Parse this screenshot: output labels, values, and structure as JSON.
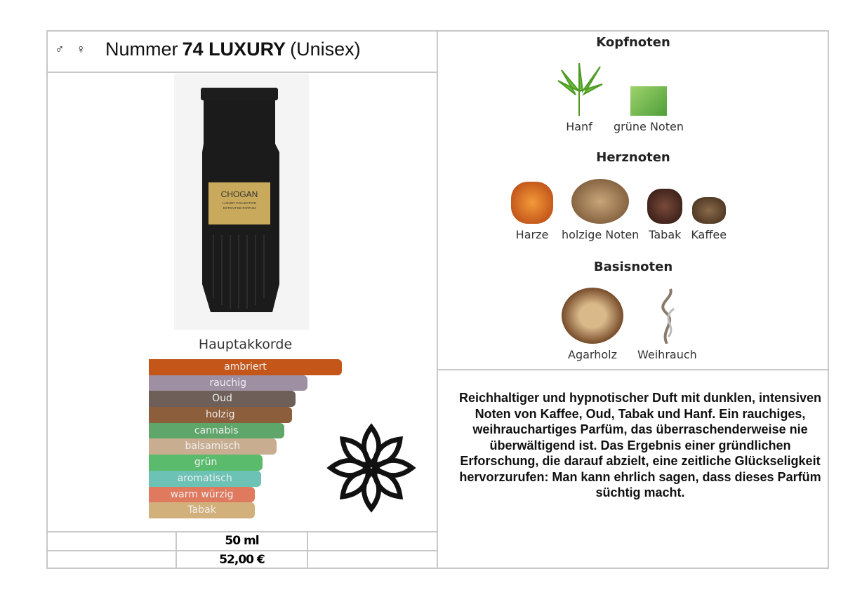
{
  "header": {
    "gender_symbols": "♂ ♀",
    "prefix": "Nummer",
    "name": "74 LUXURY",
    "suffix": "(Unisex)"
  },
  "bottle_label": {
    "brand": "CHOGAN",
    "line1": "LUXURY COLLECTION",
    "line2": "EXTRAIT DE PARFUM"
  },
  "accords": {
    "title": "Hauptakkorde",
    "items": [
      {
        "label": "ambriert",
        "percent": 100,
        "color": "#c4561a"
      },
      {
        "label": "rauchig",
        "percent": 82,
        "color": "#9e8fa3"
      },
      {
        "label": "Oud",
        "percent": 76,
        "color": "#6e6058"
      },
      {
        "label": "holzig",
        "percent": 74,
        "color": "#8d5e3c"
      },
      {
        "label": "cannabis",
        "percent": 70,
        "color": "#5fa66a"
      },
      {
        "label": "balsamisch",
        "percent": 66,
        "color": "#c8ad90"
      },
      {
        "label": "grün",
        "percent": 59,
        "color": "#5bbb6c"
      },
      {
        "label": "aromatisch",
        "percent": 58,
        "color": "#6cc2b4"
      },
      {
        "label": "warm würzig",
        "percent": 55,
        "color": "#e07a5f"
      },
      {
        "label": "Tabak",
        "percent": 55,
        "color": "#d2b07c"
      }
    ]
  },
  "price": {
    "volume": "50 ml",
    "amount": "52,00 €"
  },
  "notes": {
    "top": {
      "title": "Kopfnoten",
      "items": [
        "Hanf",
        "grüne Noten"
      ]
    },
    "heart": {
      "title": "Herznoten",
      "items": [
        "Harze",
        "holzige Noten",
        "Tabak",
        "Kaffee"
      ]
    },
    "base": {
      "title": "Basisnoten",
      "items": [
        "Agarholz",
        "Weihrauch"
      ]
    }
  },
  "description": "Reichhaltiger und hypnotischer Duft mit dunklen, intensiven Noten von Kaffee, Oud, Tabak und Hanf. Ein rauchiges, weihrauchartiges Parfüm, das überraschenderweise nie überwältigend ist. Das Ergebnis einer gründlichen Erforschung, die darauf abzielt, eine zeitliche Glückseligkeit hervorzurufen: Man kann ehrlich sagen, dass dieses Parfüm süchtig macht."
}
